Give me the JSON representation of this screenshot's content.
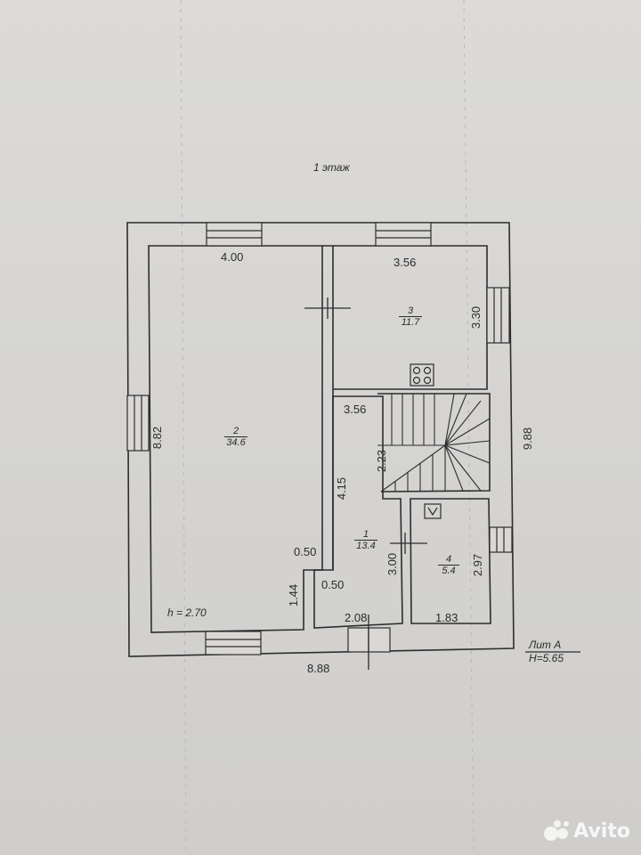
{
  "header": {
    "floor_title": "1 этаж"
  },
  "rooms": [
    {
      "num": "2",
      "area": "34.6"
    },
    {
      "num": "3",
      "area": "11.7"
    },
    {
      "num": "1",
      "area": "13.4"
    },
    {
      "num": "4",
      "area": "5.4"
    }
  ],
  "dimensions": {
    "room2_width": "4.00",
    "room3_width": "3.56",
    "room3_height": "3.30",
    "total_height": "9.88",
    "room2_height": "8.82",
    "stair_width": "3.56",
    "stair_depth": "2.23",
    "hall_height": "4.15",
    "wall_a": "0.50",
    "wall_b": "0.50",
    "hall_bottom": "1.44",
    "room4_left": "3.00",
    "room4_height": "2.97",
    "hall_bottom_width": "2.08",
    "room4_width": "1.83",
    "total_width": "8.88"
  },
  "notes": {
    "ceiling": "h = 2.70",
    "lit": "Лит А",
    "lit_height": "H=5.65"
  },
  "watermark": {
    "text": "Avito"
  }
}
